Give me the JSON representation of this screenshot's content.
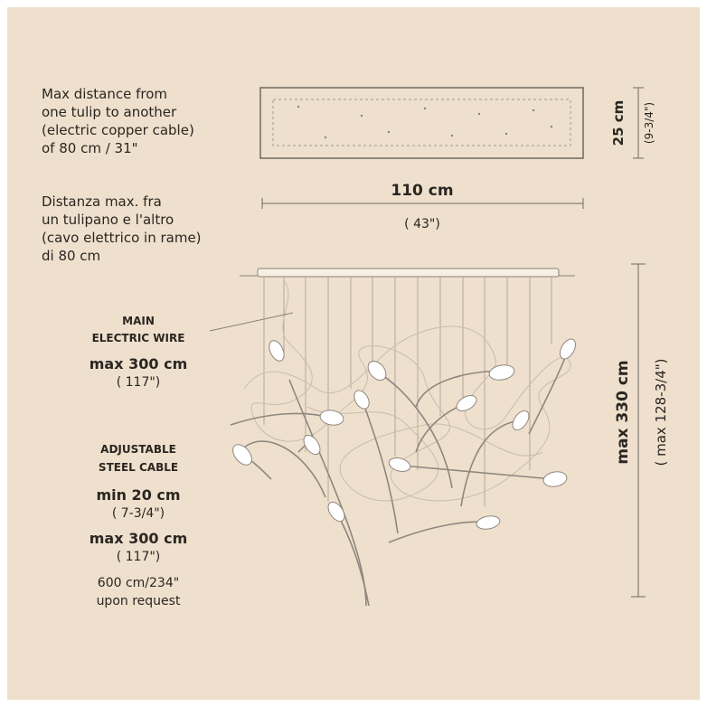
{
  "notes": {
    "english": [
      "Max distance from",
      "one tulip to another",
      "(electric copper cable)",
      "of  80 cm / 31\""
    ],
    "italian": [
      "Distanza max. fra",
      "un tulipano e l'altro",
      "(cavo elettrico in rame)",
      "di 80 cm"
    ]
  },
  "top_view": {
    "depth_cm": "25 cm",
    "depth_in": "(9-3/4\")",
    "width_cm": "110 cm",
    "width_in": "( 43\")"
  },
  "main_wire": {
    "title_line1": "MAIN",
    "title_line2": "ELECTRIC WIRE",
    "max_cm": "max 300 cm",
    "max_in": "( 117\")"
  },
  "steel_cable": {
    "title_line1": "ADJUSTABLE",
    "title_line2": "STEEL CABLE",
    "min_cm": "min 20 cm",
    "min_in": "( 7-3/4\")",
    "max_cm": "max 300 cm",
    "max_in": "( 117\")",
    "request_line1": "600 cm/234\"",
    "request_line2": "upon request"
  },
  "height": {
    "max_cm": "max 330 cm",
    "max_in": "( max 128-3/4\")"
  },
  "colors": {
    "background": "#eee0cc",
    "ink": "#2a2622",
    "line": "#8a8177",
    "cable": "#a89f96"
  }
}
